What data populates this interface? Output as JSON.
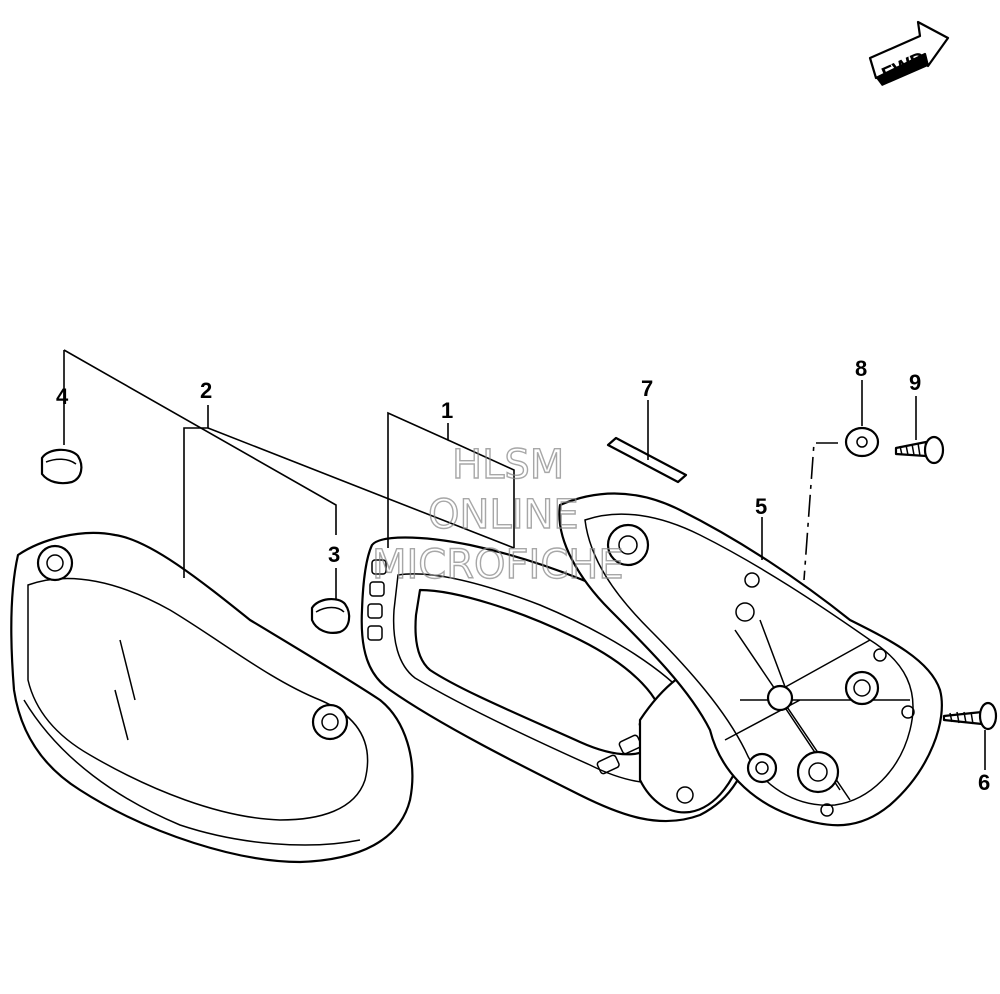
{
  "fwd_badge": {
    "label": "FWD"
  },
  "watermark": {
    "line1": "HLSM",
    "line2": "ONLINE",
    "line3": "MICROFICHE"
  },
  "callouts": [
    {
      "id": "1",
      "label": "1"
    },
    {
      "id": "2",
      "label": "2"
    },
    {
      "id": "3",
      "label": "3"
    },
    {
      "id": "4",
      "label": "4"
    },
    {
      "id": "5",
      "label": "5"
    },
    {
      "id": "6",
      "label": "6"
    },
    {
      "id": "7",
      "label": "7"
    },
    {
      "id": "8",
      "label": "8"
    },
    {
      "id": "9",
      "label": "9"
    }
  ]
}
